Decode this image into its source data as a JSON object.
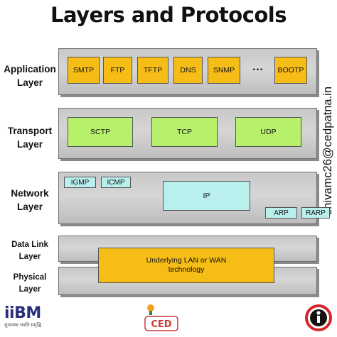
{
  "title": "Layers and Protocols",
  "layers": {
    "application": {
      "label_line1": "Application",
      "label_line2": "Layer"
    },
    "transport": {
      "label_line1": "Transport",
      "label_line2": "Layer"
    },
    "network": {
      "label_line1": "Network",
      "label_line2": "Layer"
    },
    "datalink": {
      "label_line1": "Data Link",
      "label_line2": "Layer"
    },
    "physical": {
      "label_line1": "Physical",
      "label_line2": "Layer"
    }
  },
  "application_protocols": [
    "SMTP",
    "FTP",
    "TFTP",
    "DNS",
    "SNMP",
    "…",
    "BOOTP"
  ],
  "transport_protocols": [
    "SCTP",
    "TCP",
    "UDP"
  ],
  "network_protocols": {
    "igmp": "IGMP",
    "icmp": "ICMP",
    "ip": "IP",
    "arp": "ARP",
    "rarp": "RARP"
  },
  "underlying": {
    "line1": "Underlying LAN or WAN",
    "line2": "technology"
  },
  "side_text": "shivamc26@cedpatna.in",
  "logos": {
    "left_main": "iiBM",
    "left_tagline": "शुभारम्भ भवति समृद्धि",
    "center": "CED"
  },
  "colors": {
    "application_box": "#f6bd16",
    "transport_box": "#b7f06a",
    "network_box": "#b9f0ee",
    "band": "#cfcfcf"
  }
}
